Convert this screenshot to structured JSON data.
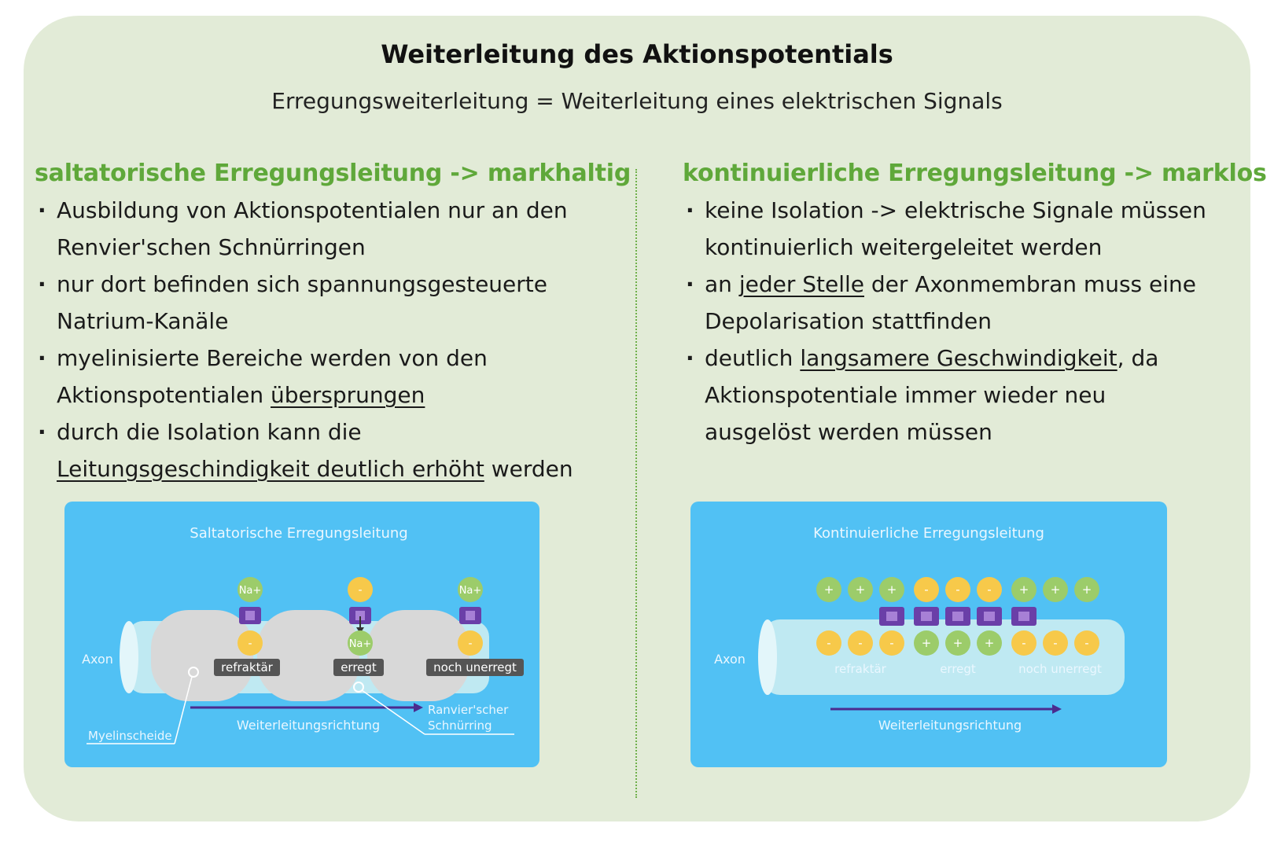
{
  "header": {
    "title": "Weiterleitung des Aktionspotentials",
    "subtitle": "Erregungsweiterleitung = Weiterleitung eines elektrischen Signals"
  },
  "left": {
    "heading": "saltatorische Erregungsleitung -> markhaltig",
    "b1_line1": "Ausbildung von Aktionspotentialen nur an den",
    "b1_line2": "Renvier'schen Schnürringen",
    "b2_line1": "nur dort befinden sich spannungsgesteuerte",
    "b2_line2": "Natrium-Kanäle",
    "b3_line1": "myelinisierte Bereiche werden von den",
    "b3_line2_a": "Aktionspotentialen ",
    "b3_line2_u": "übersprungen",
    "b4_line1": "durch die Isolation kann die",
    "b4_line2_u": "Leitungsgeschindigkeit deutlich erhöht",
    "b4_line2_b": " werden"
  },
  "right": {
    "heading": "kontinuierliche Erregungsleitung -> marklos",
    "b1_line1": "keine Isolation -> elektrische Signale müssen",
    "b1_line2": "kontinuierlich weitergeleitet werden",
    "b2_line1_a": "an ",
    "b2_line1_u": "jeder Stelle",
    "b2_line1_b": " der Axonmembran muss eine",
    "b2_line2": "Depolarisation stattfinden",
    "b3_line1_a": "deutlich ",
    "b3_line1_u": "langsamere Geschwindigkeit",
    "b3_line1_b": ", da",
    "b3_line2": "Aktionspotentiale immer wieder neu",
    "b3_line3": "ausgelöst werden müssen"
  },
  "diagram_saltatory": {
    "title": "Saltatorische Erregungsleitung",
    "axon": "Axon",
    "ion_na": "Na+",
    "ion_minus": "-",
    "state_refractory": "refraktär",
    "state_excited": "erregt",
    "state_unexcited": "noch unerregt",
    "direction": "Weiterleitungsrichtung",
    "myelin": "Myelinscheide",
    "ranvier_line1": "Ranvier'scher",
    "ranvier_line2": "Schnürring"
  },
  "diagram_continuous": {
    "title": "Kontinuierliche Erregungsleitung",
    "axon": "Axon",
    "plus": "+",
    "minus": "-",
    "state_refractory": "refraktär",
    "state_excited": "erregt",
    "state_unexcited": "noch unerregt",
    "direction": "Weiterleitungsrichtung"
  },
  "colors": {
    "card_bg": "#e2ebd7",
    "heading_green": "#5fa83a",
    "diagram_bg": "#51c1f4",
    "channel_purple": "#6a3fa8",
    "ion_green": "#9ccc6a",
    "ion_yellow": "#f7c94a"
  }
}
